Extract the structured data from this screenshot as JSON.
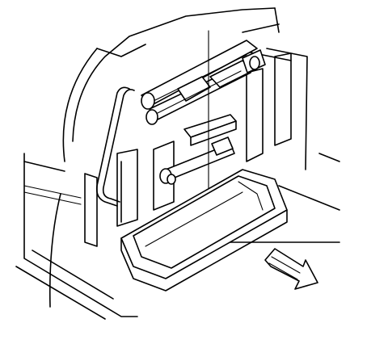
{
  "diagram": {
    "style": "black line art on white",
    "components": [
      {
        "id": "jack",
        "label": ""
      },
      {
        "id": "jack-handle",
        "label": ""
      },
      {
        "id": "wheel-wrench",
        "label": ""
      },
      {
        "id": "storage-tray",
        "label": ""
      },
      {
        "id": "retaining-bolt",
        "label": ""
      },
      {
        "id": "front-arrow",
        "label": ""
      }
    ],
    "colors": {
      "stroke": "#000000",
      "background": "#ffffff"
    }
  }
}
